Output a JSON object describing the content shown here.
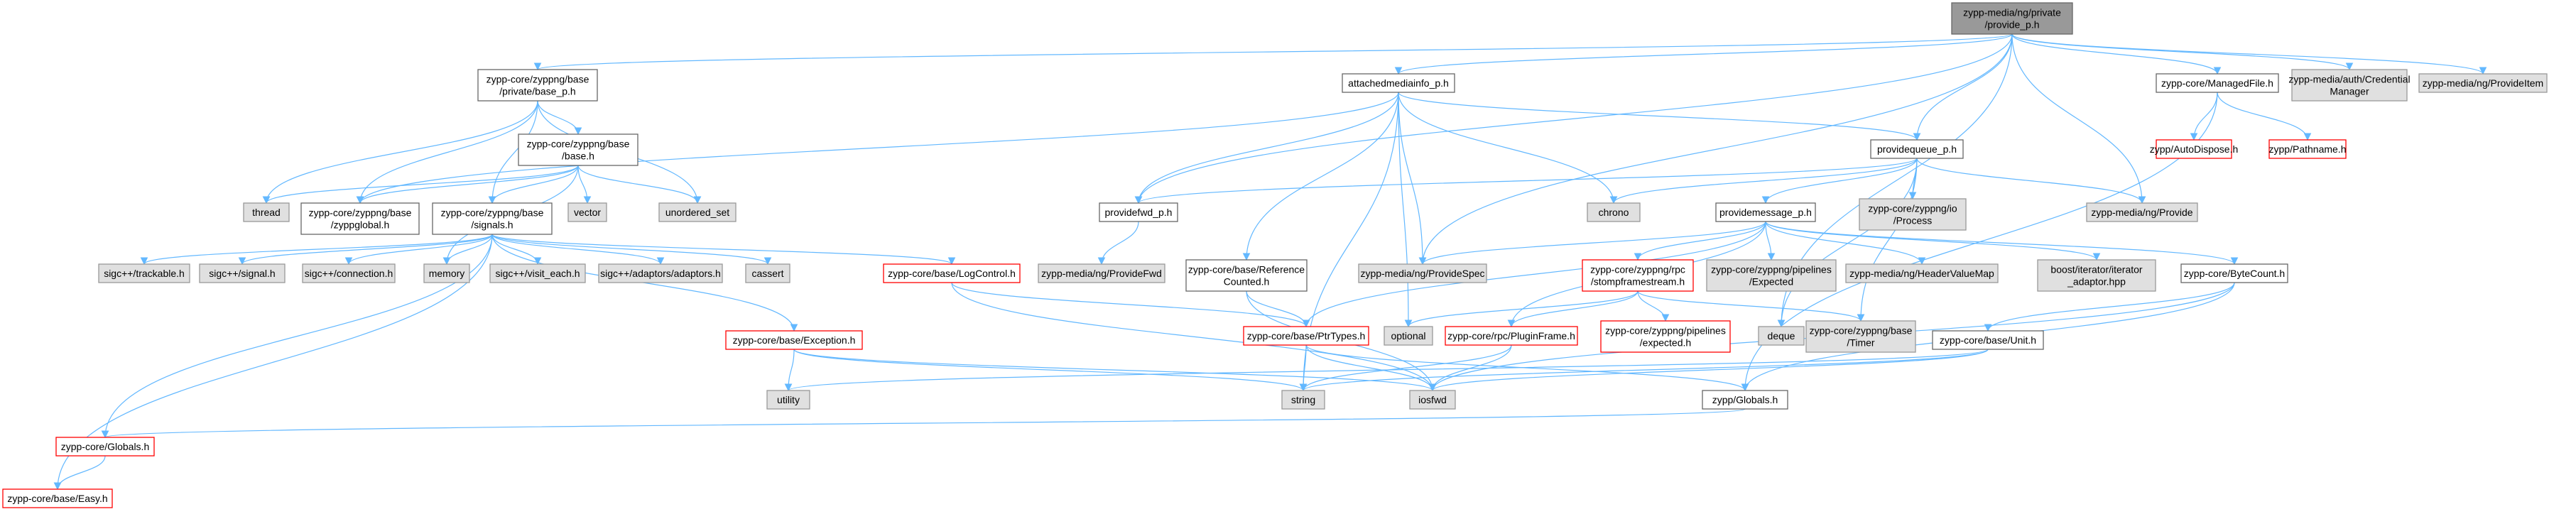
{
  "colors": {
    "edge": "#63b8ff",
    "root_fill": "#999999",
    "root_stroke": "#666666",
    "normal_fill": "#ffffff",
    "normal_stroke": "#666666",
    "missing_fill": "#e0e0e0",
    "missing_stroke": "#999999",
    "red_stroke": "#ff0000",
    "text": "#000000"
  },
  "nodes": [
    {
      "id": "root",
      "lines": [
        "zypp-media/ng/private",
        "/provide_p.h"
      ],
      "style": "root"
    },
    {
      "id": "basep",
      "lines": [
        "zypp-core/zyppng/base",
        "/private/base_p.h"
      ],
      "style": "normal"
    },
    {
      "id": "attached",
      "lines": [
        "attachedmediainfo_p.h"
      ],
      "style": "normal"
    },
    {
      "id": "managed",
      "lines": [
        "zypp-core/ManagedFile.h"
      ],
      "style": "normal"
    },
    {
      "id": "credmgr",
      "lines": [
        "zypp-media/auth/Credential",
        "Manager"
      ],
      "style": "missing"
    },
    {
      "id": "provideitem",
      "lines": [
        "zypp-media/ng/ProvideItem"
      ],
      "style": "missing"
    },
    {
      "id": "baseh",
      "lines": [
        "zypp-core/zyppng/base",
        "/base.h"
      ],
      "style": "normal"
    },
    {
      "id": "providequeue",
      "lines": [
        "providequeue_p.h"
      ],
      "style": "normal"
    },
    {
      "id": "autodispose",
      "lines": [
        "zypp/AutoDispose.h"
      ],
      "style": "red"
    },
    {
      "id": "pathname",
      "lines": [
        "zypp/Pathname.h"
      ],
      "style": "red"
    },
    {
      "id": "thread",
      "lines": [
        "thread"
      ],
      "style": "missing"
    },
    {
      "id": "zyppglobal",
      "lines": [
        "zypp-core/zyppng/base",
        "/zyppglobal.h"
      ],
      "style": "normal"
    },
    {
      "id": "signals",
      "lines": [
        "zypp-core/zyppng/base",
        "/signals.h"
      ],
      "style": "normal"
    },
    {
      "id": "vector",
      "lines": [
        "vector"
      ],
      "style": "missing"
    },
    {
      "id": "unordered",
      "lines": [
        "unordered_set"
      ],
      "style": "missing"
    },
    {
      "id": "providefwd",
      "lines": [
        "providefwd_p.h"
      ],
      "style": "normal"
    },
    {
      "id": "chrono",
      "lines": [
        "chrono"
      ],
      "style": "missing"
    },
    {
      "id": "providemsg",
      "lines": [
        "providemessage_p.h"
      ],
      "style": "normal"
    },
    {
      "id": "process",
      "lines": [
        "zypp-core/zyppng/io",
        "/Process"
      ],
      "style": "missing"
    },
    {
      "id": "mprovide",
      "lines": [
        "zypp-media/ng/Provide"
      ],
      "style": "missing"
    },
    {
      "id": "trackable",
      "lines": [
        "sigc++/trackable.h"
      ],
      "style": "missing"
    },
    {
      "id": "signalh",
      "lines": [
        "sigc++/signal.h"
      ],
      "style": "missing"
    },
    {
      "id": "connection",
      "lines": [
        "sigc++/connection.h"
      ],
      "style": "missing"
    },
    {
      "id": "memory",
      "lines": [
        "memory"
      ],
      "style": "missing"
    },
    {
      "id": "visiteach",
      "lines": [
        "sigc++/visit_each.h"
      ],
      "style": "missing"
    },
    {
      "id": "adaptors",
      "lines": [
        "sigc++/adaptors/adaptors.h"
      ],
      "style": "missing"
    },
    {
      "id": "cassert",
      "lines": [
        "cassert"
      ],
      "style": "missing"
    },
    {
      "id": "logcontrol",
      "lines": [
        "zypp-core/base/LogControl.h"
      ],
      "style": "red"
    },
    {
      "id": "providefwdm",
      "lines": [
        "zypp-media/ng/ProvideFwd"
      ],
      "style": "missing"
    },
    {
      "id": "refcounted",
      "lines": [
        "zypp-core/base/Reference",
        "Counted.h"
      ],
      "style": "normal"
    },
    {
      "id": "providespec",
      "lines": [
        "zypp-media/ng/ProvideSpec"
      ],
      "style": "missing"
    },
    {
      "id": "stompframe",
      "lines": [
        "zypp-core/zyppng/rpc",
        "/stompframestream.h"
      ],
      "style": "red"
    },
    {
      "id": "pipeexpected",
      "lines": [
        "zypp-core/zyppng/pipelines",
        "/Expected"
      ],
      "style": "missing"
    },
    {
      "id": "headervalue",
      "lines": [
        "zypp-media/ng/HeaderValueMap"
      ],
      "style": "missing"
    },
    {
      "id": "iteradaptor",
      "lines": [
        "boost/iterator/iterator",
        "_adaptor.hpp"
      ],
      "style": "missing"
    },
    {
      "id": "bytecount",
      "lines": [
        "zypp-core/ByteCount.h"
      ],
      "style": "normal"
    },
    {
      "id": "exception",
      "lines": [
        "zypp-core/base/Exception.h"
      ],
      "style": "red"
    },
    {
      "id": "optional",
      "lines": [
        "optional"
      ],
      "style": "missing"
    },
    {
      "id": "ptrtypes",
      "lines": [
        "zypp-core/base/PtrTypes.h"
      ],
      "style": "red"
    },
    {
      "id": "pluginframe",
      "lines": [
        "zypp-core/rpc/PluginFrame.h"
      ],
      "style": "red"
    },
    {
      "id": "pipelinesexp",
      "lines": [
        "zypp-core/zyppng/pipelines",
        "/expected.h"
      ],
      "style": "red"
    },
    {
      "id": "deque",
      "lines": [
        "deque"
      ],
      "style": "missing"
    },
    {
      "id": "timer",
      "lines": [
        "zypp-core/zyppng/base",
        "/Timer"
      ],
      "style": "missing"
    },
    {
      "id": "unith",
      "lines": [
        "zypp-core/base/Unit.h"
      ],
      "style": "normal"
    },
    {
      "id": "utility",
      "lines": [
        "utility"
      ],
      "style": "missing"
    },
    {
      "id": "string",
      "lines": [
        "string"
      ],
      "style": "missing"
    },
    {
      "id": "iosfwd",
      "lines": [
        "iosfwd"
      ],
      "style": "missing"
    },
    {
      "id": "zyppglobals",
      "lines": [
        "zypp/Globals.h"
      ],
      "style": "normal"
    },
    {
      "id": "coreglobals",
      "lines": [
        "zypp-core/Globals.h"
      ],
      "style": "red"
    },
    {
      "id": "easy",
      "lines": [
        "zypp-core/base/Easy.h"
      ],
      "style": "red"
    }
  ],
  "edges": [
    [
      "root",
      "basep"
    ],
    [
      "root",
      "attached"
    ],
    [
      "root",
      "managed"
    ],
    [
      "root",
      "credmgr"
    ],
    [
      "root",
      "provideitem"
    ],
    [
      "root",
      "providequeue"
    ],
    [
      "root",
      "providefwd"
    ],
    [
      "root",
      "providespec"
    ],
    [
      "root",
      "mprovide"
    ],
    [
      "root",
      "deque"
    ],
    [
      "basep",
      "baseh"
    ],
    [
      "basep",
      "thread"
    ],
    [
      "basep",
      "zyppglobal"
    ],
    [
      "basep",
      "signals"
    ],
    [
      "basep",
      "unordered"
    ],
    [
      "baseh",
      "thread"
    ],
    [
      "baseh",
      "zyppglobal"
    ],
    [
      "baseh",
      "signals"
    ],
    [
      "baseh",
      "vector"
    ],
    [
      "baseh",
      "unordered"
    ],
    [
      "baseh",
      "memory"
    ],
    [
      "signals",
      "trackable"
    ],
    [
      "signals",
      "signalh"
    ],
    [
      "signals",
      "connection"
    ],
    [
      "signals",
      "memory"
    ],
    [
      "signals",
      "visiteach"
    ],
    [
      "signals",
      "adaptors"
    ],
    [
      "signals",
      "cassert"
    ],
    [
      "signals",
      "logcontrol"
    ],
    [
      "signals",
      "exception"
    ],
    [
      "signals",
      "easy"
    ],
    [
      "signals",
      "coreglobals"
    ],
    [
      "attached",
      "providefwd"
    ],
    [
      "attached",
      "chrono"
    ],
    [
      "attached",
      "providequeue"
    ],
    [
      "attached",
      "refcounted"
    ],
    [
      "attached",
      "providespec"
    ],
    [
      "attached",
      "optional"
    ],
    [
      "attached",
      "string"
    ],
    [
      "attached",
      "zyppglobal"
    ],
    [
      "managed",
      "autodispose"
    ],
    [
      "managed",
      "pathname"
    ],
    [
      "managed",
      "zyppglobals"
    ],
    [
      "providequeue",
      "providefwd"
    ],
    [
      "providequeue",
      "chrono"
    ],
    [
      "providequeue",
      "providemsg"
    ],
    [
      "providequeue",
      "process"
    ],
    [
      "providequeue",
      "mprovide"
    ],
    [
      "providequeue",
      "deque"
    ],
    [
      "providequeue",
      "timer"
    ],
    [
      "providefwd",
      "providefwdm"
    ],
    [
      "providemsg",
      "providespec"
    ],
    [
      "providemsg",
      "stompframe"
    ],
    [
      "providemsg",
      "pipeexpected"
    ],
    [
      "providemsg",
      "headervalue"
    ],
    [
      "providemsg",
      "iteradaptor"
    ],
    [
      "providemsg",
      "bytecount"
    ],
    [
      "providemsg",
      "pluginframe"
    ],
    [
      "providemsg",
      "ptrtypes"
    ],
    [
      "stompframe",
      "optional"
    ],
    [
      "stompframe",
      "pluginframe"
    ],
    [
      "stompframe",
      "pipelinesexp"
    ],
    [
      "stompframe",
      "timer"
    ],
    [
      "refcounted",
      "ptrtypes"
    ],
    [
      "refcounted",
      "iosfwd"
    ],
    [
      "logcontrol",
      "ptrtypes"
    ],
    [
      "logcontrol",
      "iosfwd"
    ],
    [
      "exception",
      "utility"
    ],
    [
      "exception",
      "string"
    ],
    [
      "exception",
      "iosfwd"
    ],
    [
      "ptrtypes",
      "string"
    ],
    [
      "ptrtypes",
      "iosfwd"
    ],
    [
      "ptrtypes",
      "zyppglobals"
    ],
    [
      "pluginframe",
      "string"
    ],
    [
      "pluginframe",
      "iosfwd"
    ],
    [
      "bytecount",
      "unith"
    ],
    [
      "bytecount",
      "iosfwd"
    ],
    [
      "bytecount",
      "zyppglobals"
    ],
    [
      "unith",
      "string"
    ],
    [
      "unith",
      "iosfwd"
    ],
    [
      "unith",
      "utility"
    ],
    [
      "zyppglobals",
      "coreglobals"
    ],
    [
      "coreglobals",
      "easy"
    ]
  ]
}
